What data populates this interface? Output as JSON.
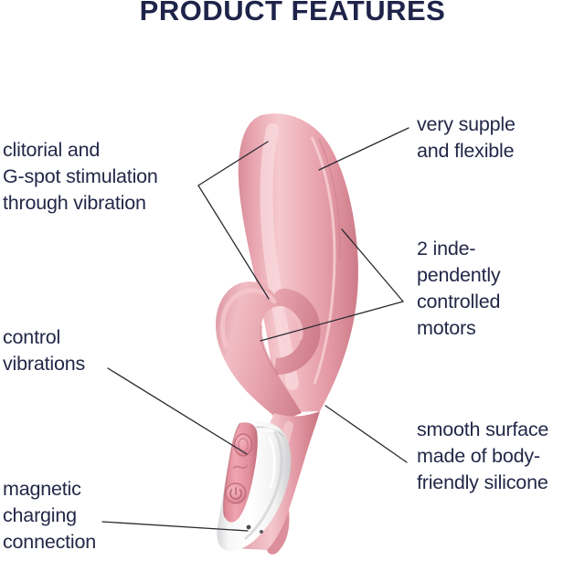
{
  "page": {
    "title": "PRODUCT FEATURES",
    "background_color": "#ffffff",
    "text_color": "#232848",
    "title_color": "#1e2449"
  },
  "product": {
    "name": "rabbit vibrator",
    "body_color": "#e79fa9",
    "body_highlight_color": "#f3c3c8",
    "body_shadow_color": "#cf7f8c",
    "handle_color": "#fbfbfb",
    "handle_shadow_color": "#d9d9d9",
    "button_color": "#ec9aa6",
    "button_shadow_color": "#c9707f"
  },
  "callouts": [
    {
      "id": "clitorial",
      "text": "clitorial and\nG-spot stimulation\nthrough vibration",
      "side": "left",
      "leader": "forked"
    },
    {
      "id": "supple",
      "text": "very supple\nand flexible",
      "side": "right",
      "leader": "single"
    },
    {
      "id": "motors",
      "text": "2 inde-\npendently\ncontrolled\nmotors",
      "side": "right",
      "leader": "forked"
    },
    {
      "id": "control",
      "text": "control\nvibrations",
      "side": "left",
      "leader": "single"
    },
    {
      "id": "smooth",
      "text": "smooth surface\nmade of body-\nfriendly silicone",
      "side": "right",
      "leader": "single"
    },
    {
      "id": "magnetic",
      "text": "magnetic\ncharging\nconnection",
      "side": "left",
      "leader": "single"
    }
  ],
  "leader_line": {
    "color": "#2a2a33",
    "width": 1.3
  }
}
